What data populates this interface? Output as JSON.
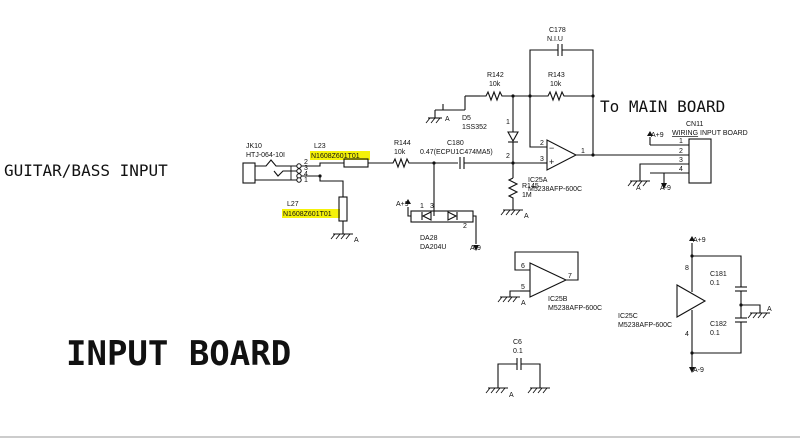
{
  "input_label": "GUITAR/BASS INPUT",
  "main_board_label": "To MAIN BOARD",
  "board_title": "INPUT BOARD",
  "highlight_color": "#f5f20a",
  "jack": {
    "ref": "JK10",
    "part": "HTJ-064-10I",
    "pins": [
      "2",
      "3",
      "4",
      "1"
    ]
  },
  "l23": {
    "ref": "L23",
    "part": "N1608Z601T01"
  },
  "l27": {
    "ref": "L27",
    "part": "N1608Z601T01"
  },
  "r144": {
    "ref": "R144",
    "value": "10k"
  },
  "c180": {
    "ref": "C180",
    "value": "0.47(ECPU1C474MA5)"
  },
  "c178": {
    "ref": "C178",
    "value": "N.I.U"
  },
  "r142": {
    "ref": "R142",
    "value": "10k"
  },
  "r143": {
    "ref": "R143",
    "value": "10k"
  },
  "d5": {
    "ref": "D5",
    "part": "1SS352",
    "pins": [
      "1",
      "2"
    ]
  },
  "r145": {
    "ref": "R145",
    "value": "1M"
  },
  "da28": {
    "ref": "DA28",
    "part": "DA204U",
    "pins": [
      "1",
      "2",
      "3"
    ]
  },
  "ic25a": {
    "ref": "IC25A",
    "part": "M5238AFP-600C",
    "pins": [
      "2",
      "3",
      "1"
    ]
  },
  "ic25b": {
    "ref": "IC25B",
    "part": "M5238AFP-600C",
    "pins": [
      "6",
      "5",
      "7"
    ]
  },
  "ic25c": {
    "ref": "IC25C",
    "part": "M5238AFP-600C",
    "pins": [
      "8",
      "4"
    ]
  },
  "c181": {
    "ref": "C181",
    "value": "0.1"
  },
  "c182": {
    "ref": "C182",
    "value": "0.1"
  },
  "c6": {
    "ref": "C6",
    "value": "0.1"
  },
  "cn11": {
    "ref": "CN11",
    "name_prefix": "WIRING",
    "name_rest": " INPUT BOARD",
    "pins": [
      "1",
      "2",
      "3",
      "4"
    ]
  },
  "ground_label": "A",
  "pos_supply": "A+9",
  "neg_supply": "A-9"
}
